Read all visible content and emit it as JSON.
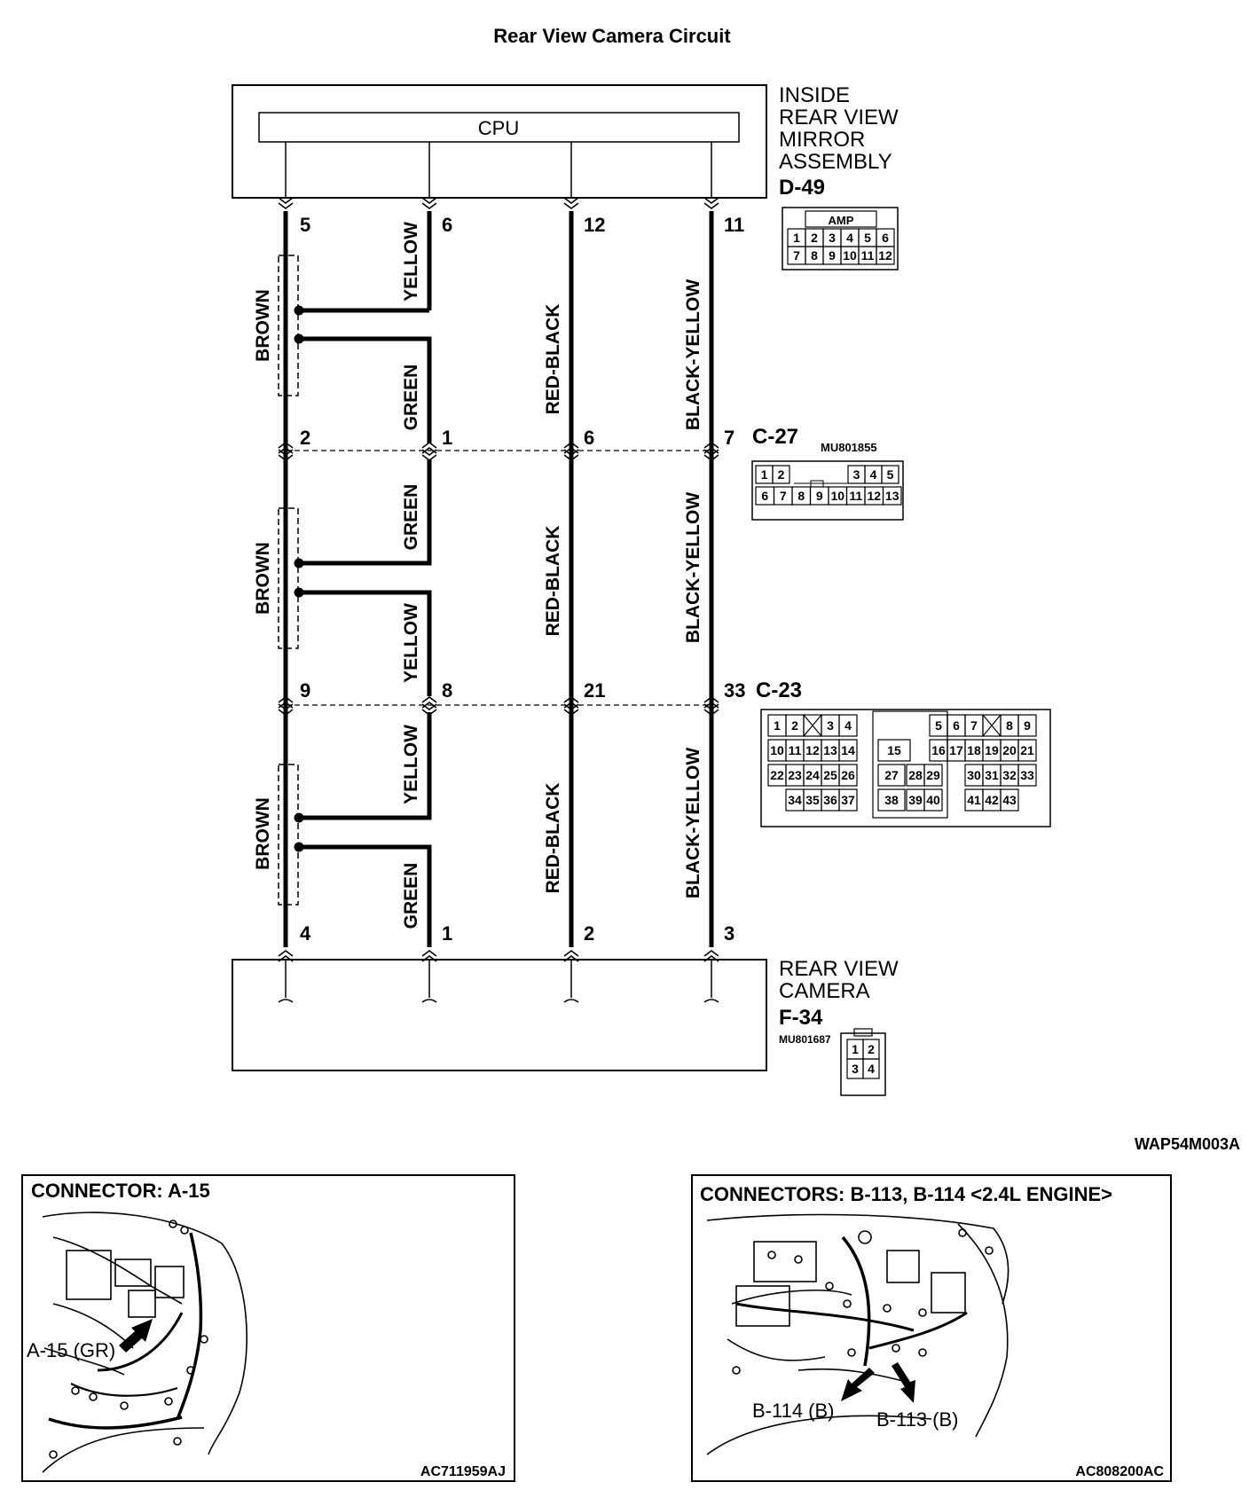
{
  "title": "Rear View Camera Circuit",
  "figure_code": "WAP54M003A",
  "mirror": {
    "name_lines": [
      "INSIDE",
      "REAR VIEW",
      "MIRROR",
      "ASSEMBLY"
    ],
    "id": "D-49",
    "cpu_label": "CPU",
    "conn_tag": "AMP",
    "conn_pins": [
      [
        "1",
        "2",
        "3",
        "4",
        "5",
        "6"
      ],
      [
        "7",
        "8",
        "9",
        "10",
        "11",
        "12"
      ]
    ]
  },
  "camera": {
    "name_lines": [
      "REAR VIEW",
      "CAMERA"
    ],
    "id": "F-34",
    "part_no": "MU801687",
    "conn_pins": [
      [
        "1",
        "2"
      ],
      [
        "3",
        "4"
      ]
    ]
  },
  "c27": {
    "id": "C-27",
    "part_no": "MU801855",
    "pins_top_left": [
      "1",
      "2"
    ],
    "pins_top_right": [
      "3",
      "4",
      "5"
    ],
    "pins_bottom": [
      "6",
      "7",
      "8",
      "9",
      "10",
      "11",
      "12",
      "13"
    ]
  },
  "c23": {
    "id": "C-23",
    "rows": [
      [
        "1",
        "2",
        "X",
        "3",
        "4",
        "",
        "",
        "5",
        "6",
        "7",
        "X",
        "8",
        "9"
      ],
      [
        "10",
        "11",
        "12",
        "13",
        "14",
        "15",
        "",
        "16",
        "17",
        "18",
        "19",
        "20",
        "21"
      ],
      [
        "22",
        "23",
        "24",
        "25",
        "26",
        "27",
        "28",
        "29",
        "",
        "30",
        "31",
        "32",
        "33"
      ],
      [
        "",
        "34",
        "35",
        "36",
        "37",
        "38",
        "39",
        "40",
        "",
        "41",
        "42",
        "43",
        ""
      ]
    ]
  },
  "pins": {
    "mirror": [
      "5",
      "6",
      "12",
      "11"
    ],
    "c27": [
      "2",
      "1",
      "6",
      "7"
    ],
    "c23": [
      "9",
      "8",
      "21",
      "33"
    ],
    "camera": [
      "4",
      "1",
      "2",
      "3"
    ]
  },
  "wires": {
    "seg1": [
      "BROWN",
      "YELLOW",
      "GREEN",
      "RED-BLACK",
      "BLACK-YELLOW"
    ],
    "seg2": [
      "BROWN",
      "GREEN",
      "YELLOW",
      "RED-BLACK",
      "BLACK-YELLOW"
    ],
    "seg3": [
      "BROWN",
      "YELLOW",
      "GREEN",
      "RED-BLACK",
      "BLACK-YELLOW"
    ]
  },
  "panel_a": {
    "heading": "CONNECTOR: A-15",
    "callout": "A-15 (GR)",
    "code": "AC711959AJ"
  },
  "panel_b": {
    "heading": "CONNECTORS: B-113, B-114 <2.4L ENGINE>",
    "callout_1": "B-114 (B)",
    "callout_2": "B-113 (B)",
    "code": "AC808200AC"
  }
}
